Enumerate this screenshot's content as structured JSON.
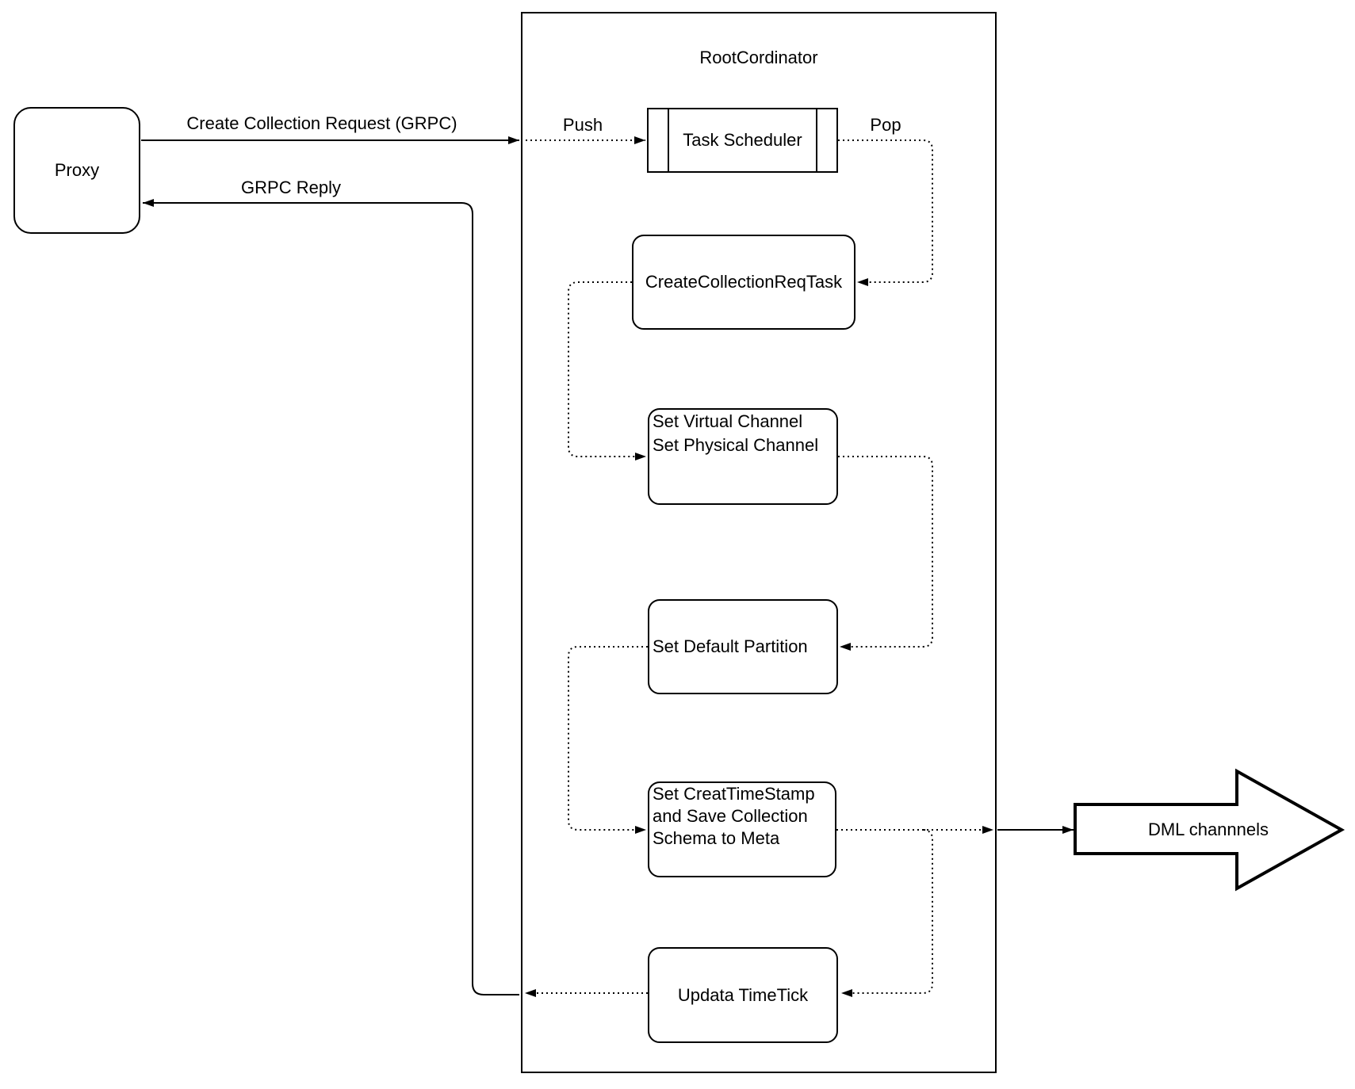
{
  "diagram_title": "RootCordinator",
  "nodes": {
    "proxy": {
      "label": "Proxy"
    },
    "task_scheduler": {
      "label": "Task Scheduler"
    },
    "create_collection_req_task": {
      "label": "CreateCollectionReqTask"
    },
    "set_channels": {
      "line1": "Set Virtual Channel",
      "line2": "Set Physical Channel"
    },
    "set_default_partition": {
      "label": "Set Default Partition"
    },
    "set_timestamp": {
      "line1": "Set CreatTimeStamp",
      "line2": "and Save Collection",
      "line3": "Schema to Meta"
    },
    "updata_timetick": {
      "label": "Updata TimeTick"
    },
    "dml_channels": {
      "label": "DML channnels"
    }
  },
  "edges": {
    "create_collection_request": {
      "label": "Create Collection Request (GRPC)"
    },
    "grpc_reply": {
      "label": "GRPC Reply"
    },
    "push": {
      "label": "Push"
    },
    "pop": {
      "label": "Pop"
    }
  },
  "colors": {
    "stroke": "#000000",
    "background": "#ffffff"
  }
}
